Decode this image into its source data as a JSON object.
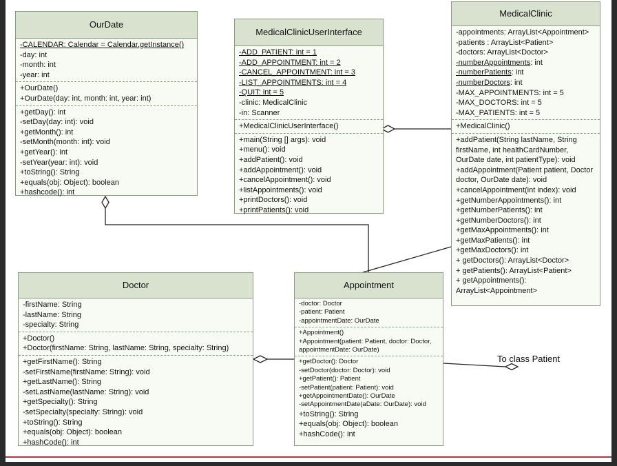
{
  "classes": {
    "ourdate": {
      "name": "OurDate",
      "attributes": [
        {
          "text": "-CALENDAR: Calendar = Calendar.getInstance()",
          "static": true
        },
        {
          "text": "-day: int"
        },
        {
          "text": "-month: int"
        },
        {
          "text": "-year: int"
        }
      ],
      "constructors": [
        {
          "text": "+OurDate()"
        },
        {
          "text": "+OurDate(day: int, month: int, year: int)"
        }
      ],
      "methods": [
        {
          "text": "+getDay(): int"
        },
        {
          "text": "-setDay(day: int): void"
        },
        {
          "text": "+getMonth(): int"
        },
        {
          "text": "-setMonth(month: int): void"
        },
        {
          "text": "+getYear(): int"
        },
        {
          "text": "-setYear(year: int): void"
        },
        {
          "text": "+toString(): String"
        },
        {
          "text": "+equals(obj: Object): boolean"
        },
        {
          "text": "+hashcode(): int"
        }
      ]
    },
    "ui": {
      "name": "MedicalClinicUserInterface",
      "attributes": [
        {
          "text": "-ADD_PATIENT: int = 1",
          "static": true
        },
        {
          "text": "-ADD_APPOINTMENT: int = 2",
          "static": true
        },
        {
          "text": "-CANCEL_APPOINTMENT: int = 3",
          "static": true
        },
        {
          "text": "-LIST_APPOINTMENTS: int = 4",
          "static": true
        },
        {
          "text": "-QUIT: int = 5",
          "static": true
        },
        {
          "text": "-clinic: MedicalClinic"
        },
        {
          "text": "-in: Scanner"
        }
      ],
      "constructors": [
        {
          "text": "+MedicalClinicUserInterface()"
        }
      ],
      "methods": [
        {
          "text": "+main(String [] args): void"
        },
        {
          "text": "+menu(): void"
        },
        {
          "text": "+addPatient():  void"
        },
        {
          "text": "+addAppointment():  void"
        },
        {
          "text": "+cancelAppointment():  void"
        },
        {
          "text": "+listAppointments():  void"
        },
        {
          "text": "+printDoctors():  void"
        },
        {
          "text": "+printPatients():  void"
        }
      ]
    },
    "clinic": {
      "name": "MedicalClinic",
      "attributes": [
        {
          "text": "-appointments: ArrayList<Appointment>"
        },
        {
          "text": "-patients :  ArrayList<Patient>"
        },
        {
          "text": "-doctors:  ArrayList<Doctor>"
        },
        {
          "text": "-numberAppointments: int",
          "underline_prefix": "-numberAppointments"
        },
        {
          "text": "-numberPatients: int",
          "underline_prefix": "-numberPatients"
        },
        {
          "text": "-numberDoctors: int",
          "underline_prefix": "-numberDoctors"
        },
        {
          "text": "-MAX_APPOINTMENTS: int = 5"
        },
        {
          "text": "-MAX_DOCTORS: int = 5"
        },
        {
          "text": "-MAX_PATIENTS: int = 5"
        }
      ],
      "constructors": [
        {
          "text": "+MedicalClinic()"
        }
      ],
      "methods": [
        {
          "text": "+addPatient(String lastName, String firstName, int healthCardNumber, OurDate date, int patientType): void"
        },
        {
          "text": "+addAppointment(Patient patient, Doctor doctor, OurDate date): void"
        },
        {
          "text": "+cancelAppointment(int index): void"
        },
        {
          "text": "+getNumberAppointments(): int"
        },
        {
          "text": "+getNumberPatients(): int"
        },
        {
          "text": "+getNumberDoctors(): int"
        },
        {
          "text": "+getMaxAppointments(): int"
        },
        {
          "text": "+getMaxPatients(): int"
        },
        {
          "text": "+getMaxDoctors(): int"
        },
        {
          "text": "+ getDoctors(): ArrayList<Doctor>"
        },
        {
          "text": "+ getPatients(): ArrayList<Patient>"
        },
        {
          "text": "+ getAppointments(): ArrayList<Appointment>"
        }
      ]
    },
    "doctor": {
      "name": "Doctor",
      "attributes": [
        {
          "text": "-firstName:  String"
        },
        {
          "text": "-lastName:  String"
        },
        {
          "text": "-specialty: String"
        }
      ],
      "constructors": [
        {
          "text": "+Doctor()"
        },
        {
          "text": "+Doctor(firstName: String, lastName: String, specialty: String)"
        }
      ],
      "methods": [
        {
          "text": "+getFirstName():  String"
        },
        {
          "text": "-setFirstName(firstName: String): void"
        },
        {
          "text": "+getLastName():  String"
        },
        {
          "text": "-setLastName(lastName: String):  void"
        },
        {
          "text": "+getSpecialty(): String"
        },
        {
          "text": "-setSpecialty(specialty: String): void"
        },
        {
          "text": "+toString():  String"
        },
        {
          "text": "+equals(obj: Object): boolean"
        },
        {
          "text": "+hashCode():  int"
        }
      ]
    },
    "appointment": {
      "name": "Appointment",
      "attributes": [
        {
          "text": "-doctor: Doctor"
        },
        {
          "text": "-patient: Patient"
        },
        {
          "text": "-appointmentDate: OurDate"
        }
      ],
      "constructors": [
        {
          "text": "+Appointment()"
        },
        {
          "text": "+Appointment(patient: Patient, doctor: Doctor, appointmentDate: OurDate)"
        }
      ],
      "methods_small": [
        {
          "text": "+getDoctor(): Doctor"
        },
        {
          "text": "-setDoctor(doctor: Doctor): void"
        },
        {
          "text": "+getPatient(): Patient"
        },
        {
          "text": "-setPatient(patient: Patient): void"
        },
        {
          "text": "+getAppointmentDate(): OurDate"
        },
        {
          "text": "-setAppointmentDate(aDate: OurDate): void"
        }
      ],
      "methods": [
        {
          "text": "+toString(): String"
        },
        {
          "text": "+equals(obj: Object): boolean"
        },
        {
          "text": "+hashCode(): int"
        }
      ]
    }
  },
  "external_label": "To class Patient",
  "colors": {
    "header": "#d9e2cf",
    "body": "#f8faf4",
    "border": "#8a9a80"
  }
}
